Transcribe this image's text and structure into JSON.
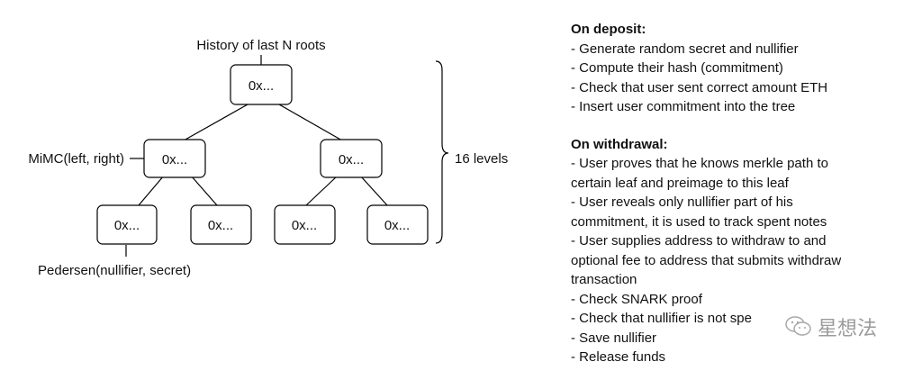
{
  "tree": {
    "root_annotation": "History of last N roots",
    "node_label": "0x...",
    "level_annotation": "MiMC(left, right)",
    "leaf_annotation": "Pedersen(nullifier, secret)",
    "depth_label": "16 levels"
  },
  "deposit": {
    "heading": "On deposit:",
    "lines": [
      "- Generate random secret and nullifier",
      "- Compute their hash (commitment)",
      "- Check that user sent correct amount ETH",
      "- Insert user commitment into the tree"
    ]
  },
  "withdrawal": {
    "heading": "On withdrawal:",
    "lines": [
      "- User proves that he knows merkle path to",
      "certain leaf and preimage to this leaf",
      "- User reveals only nullifier part of his",
      "commitment, it is used to track spent notes",
      "- User supplies address to withdraw to and",
      "optional fee to address that submits withdraw",
      "transaction",
      "- Check SNARK proof",
      "- Check that nullifier is not spe",
      "- Save nullifier",
      "- Release funds"
    ]
  },
  "watermark": {
    "text": "星想法",
    "icon": "wechat-icon"
  }
}
